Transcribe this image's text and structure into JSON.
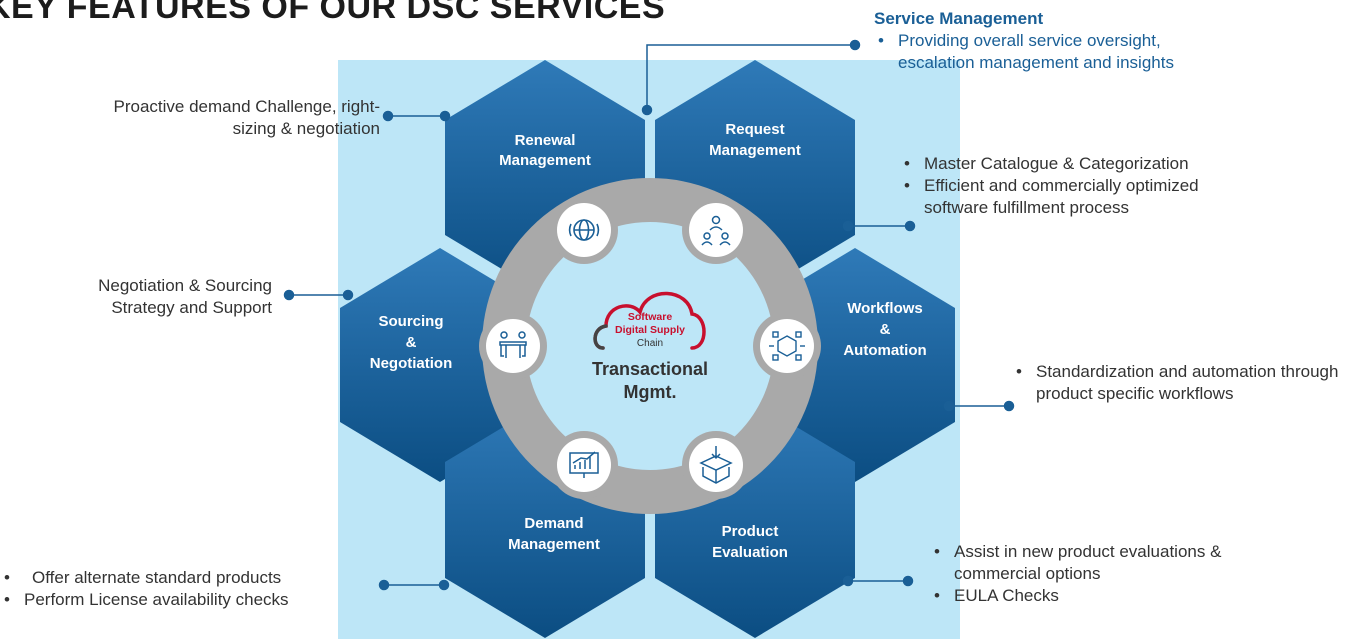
{
  "title": "KEY FEATURES OF OUR DSC SERVICES",
  "center": {
    "logo_line1": "Software",
    "logo_line2": "Digital Supply",
    "logo_line3": "Chain",
    "label_line1": "Transactional",
    "label_line2": "Mgmt."
  },
  "segments": {
    "renewal": [
      "Renewal",
      "Management"
    ],
    "request": [
      "Request",
      "Management"
    ],
    "workflows": [
      "Workflows",
      "&",
      "Automation"
    ],
    "product": [
      "Product",
      "Evaluation"
    ],
    "demand": [
      "Demand",
      "Management"
    ],
    "sourcing": [
      "Sourcing",
      "&",
      "Negotiation"
    ]
  },
  "icons": {
    "renewal": "globe-icon",
    "request": "people-network-icon",
    "workflows": "workflow-cube-icon",
    "product": "box-download-icon",
    "demand": "chart-board-icon",
    "sourcing": "meeting-table-icon"
  },
  "notes": {
    "service_mgmt_title": "Service Management",
    "service_mgmt_items": [
      "Providing overall service oversight, escalation management and insights"
    ],
    "renewal_text": "Proactive demand Challenge, right-sizing & negotiation",
    "request_items": [
      "Master Catalogue & Categorization",
      "Efficient and commercially optimized software fulfillment process"
    ],
    "sourcing_text": "Negotiation & Sourcing Strategy and Support",
    "workflows_items": [
      "Standardization and automation through product specific workflows"
    ],
    "product_items": [
      "Assist in new product evaluations & commercial options",
      "EULA Checks"
    ],
    "demand_items": [
      "Offer alternate standard products",
      "Perform License availability checks"
    ]
  },
  "colors": {
    "hex_dark": "#0b4d82",
    "hex_light": "#2f7ab8",
    "ring": "#a9a9a9",
    "center": "#bde6f7",
    "connector": "#1a5f96",
    "logo_red": "#c8102e"
  }
}
